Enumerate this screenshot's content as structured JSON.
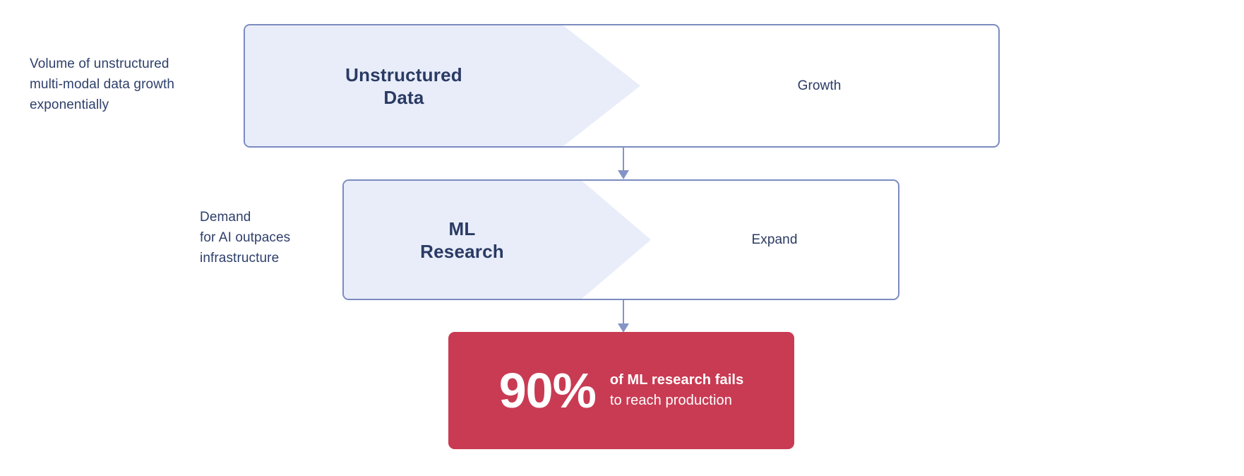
{
  "diagram": {
    "background_color": "#FFFFFF",
    "accent_navy": "#2E3F6B",
    "accent_fill": "#E8EDF9",
    "accent_border": "#7B8BC0",
    "accent_arrow": "#8494C6",
    "accent_red": "#C93B53",
    "rows": [
      {
        "caption": "Volume of unstructured\nmulti-modal data growth\nexponentially",
        "chevron_label": "Unstructured\nData",
        "right_label": "Growth"
      },
      {
        "caption": "Demand\nfor AI outpaces\ninfrastructure",
        "chevron_label": "ML\nResearch",
        "right_label": "Expand"
      }
    ],
    "connectors": [
      {
        "name": "arrow-row1-to-row2",
        "direction": "down"
      },
      {
        "name": "arrow-row2-to-stat",
        "direction": "down"
      }
    ],
    "stat_card": {
      "value": "90%",
      "line_1": "of ML research fails",
      "line_2": "to reach production"
    }
  }
}
